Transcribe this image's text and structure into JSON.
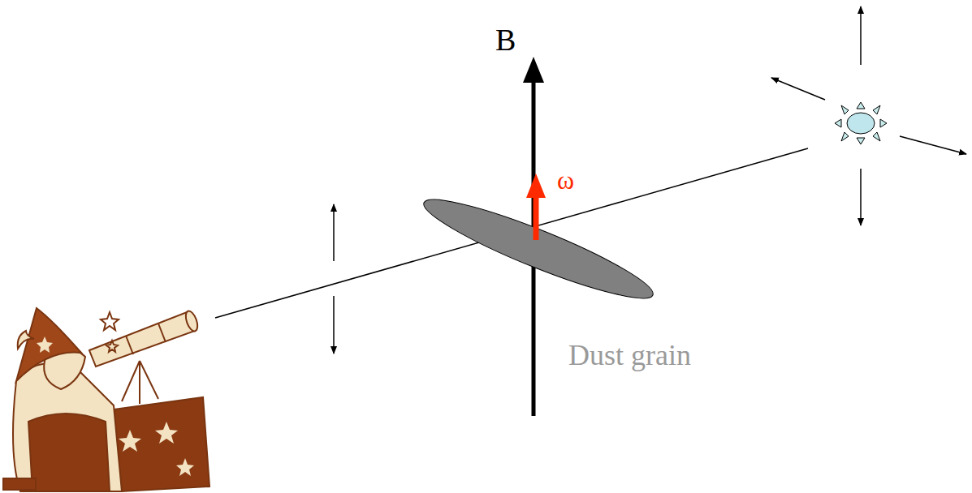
{
  "diagram": {
    "labels": [
      "B",
      "ω",
      "Dust grain"
    ]
  }
}
